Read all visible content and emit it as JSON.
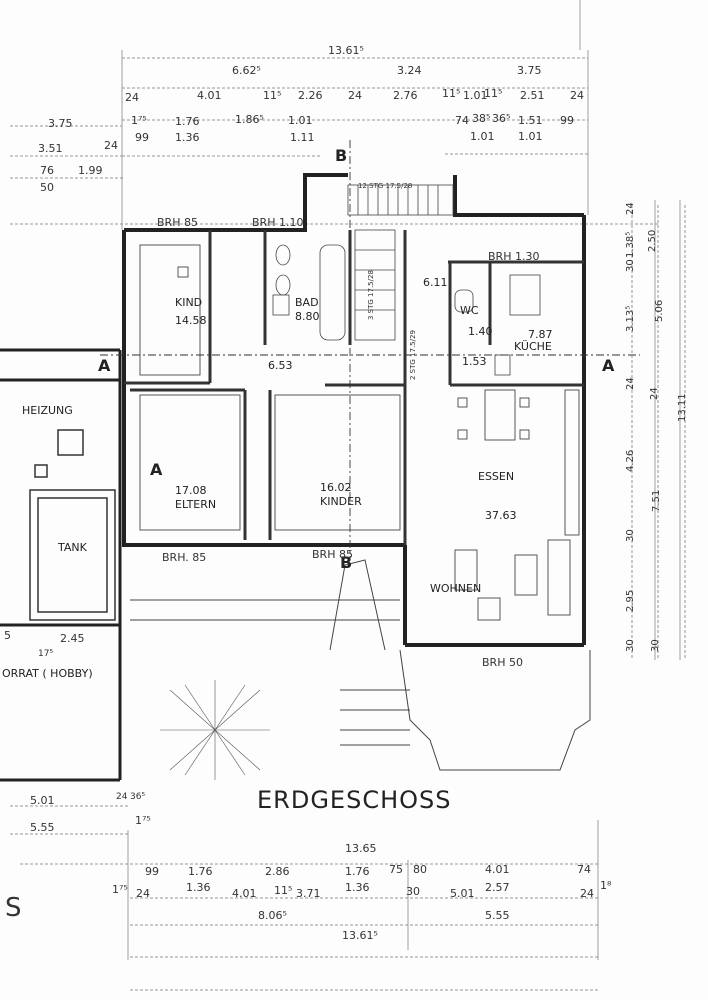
{
  "title": "ERDGESCHOSS",
  "edge_letter": "S",
  "rooms": {
    "kind": "KIND",
    "kind_area": "14.58",
    "bad": "BAD",
    "bad_area": "8.80",
    "flur_area": "6.53",
    "diele_area": "6.11",
    "wc": "WC",
    "wc_area": "1.40",
    "kueche": "KÜCHE",
    "kueche_area": "7.87",
    "ablage_area": "1.53",
    "eltern": "ELTERN",
    "eltern_area": "17.08",
    "kinder": "KINDER",
    "kinder_area": "16.02",
    "essen": "ESSEN",
    "essen_area": "37.63",
    "wohnen": "WOHNEN",
    "heizung": "HEIZUNG",
    "tank": "TANK",
    "vorrat": "ORRAT ( HOBBY)"
  },
  "brh": [
    "BRH 85",
    "BRH 1.10",
    "BRH 1.30",
    "BRH. 85",
    "BRH 85",
    "BRH 50"
  ],
  "stairs": {
    "upper": "12 STG 17.5/28",
    "side1": "3 STG 17.5/28",
    "side2": "2 STG 17.5/29"
  },
  "sections": {
    "a": "A",
    "b": "B"
  },
  "dims_top": [
    "13.61⁵",
    "6.62⁵",
    "3.24",
    "3.75",
    "24",
    "4.01",
    "11⁵",
    "2.26",
    "24",
    "2.76",
    "11⁵",
    "1.01",
    "11⁵",
    "2.51",
    "24",
    "3.75",
    "1⁷⁵",
    "1.76",
    "1.86⁵",
    "1.01",
    "99",
    "1.36",
    "1.11",
    "74",
    "38⁵",
    "36⁵",
    "1.51",
    "99",
    "1.01",
    "1.01",
    "3.51",
    "24",
    "76",
    "1.99",
    "50"
  ],
  "dims_right": [
    "24",
    "1.38⁵",
    "30",
    "2.50",
    "3.13⁵",
    "5.06",
    "24",
    "24",
    "13.11",
    "4.26",
    "7.51",
    "30",
    "2.95",
    "30",
    "30"
  ],
  "dims_left": [
    "2.45",
    "17⁵",
    "5",
    "5.01",
    "24",
    "36⁵",
    "5.55",
    "1⁷⁵"
  ],
  "dims_bottom": [
    "13.65",
    "99",
    "1.76",
    "2.86",
    "1.76",
    "75",
    "80",
    "4.01",
    "74",
    "1.36",
    "1.36",
    "2.57",
    "1⁷⁵",
    "24",
    "4.01",
    "11⁵",
    "3.71",
    "30",
    "5.01",
    "24",
    "1⁸",
    "8.06⁵",
    "5.55",
    "13.61⁵"
  ]
}
